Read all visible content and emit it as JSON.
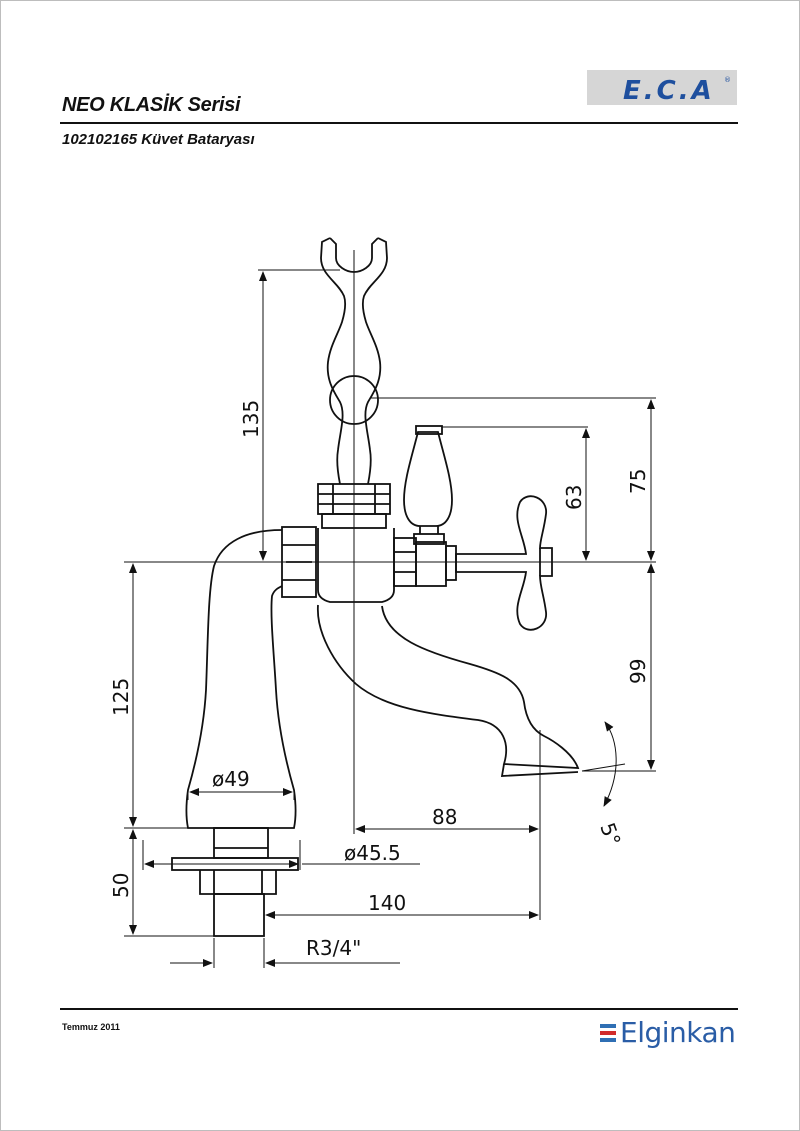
{
  "header": {
    "series_title": "NEO KLASİK Serisi",
    "product_title": "102102165 Küvet Bataryası",
    "logo_text": "E.C.A",
    "logo_mark": "®"
  },
  "dimensions": {
    "d135": "135",
    "d75": "75",
    "d63": "63",
    "d99": "99",
    "d125": "125",
    "d49": "ø49",
    "d88": "88",
    "d45": "ø45.5",
    "d50": "50",
    "d140": "140",
    "thread": "R3/4\"",
    "angle": "5°"
  },
  "footer": {
    "date": "Temmuz 2011",
    "brand": "Elginkan"
  },
  "colors": {
    "line": "#111111",
    "logo_bg": "#d6d6d6",
    "logo_blue": "#1e4f9e",
    "brand_blue": "#2a5da6",
    "brand_red": "#d12b2b"
  }
}
